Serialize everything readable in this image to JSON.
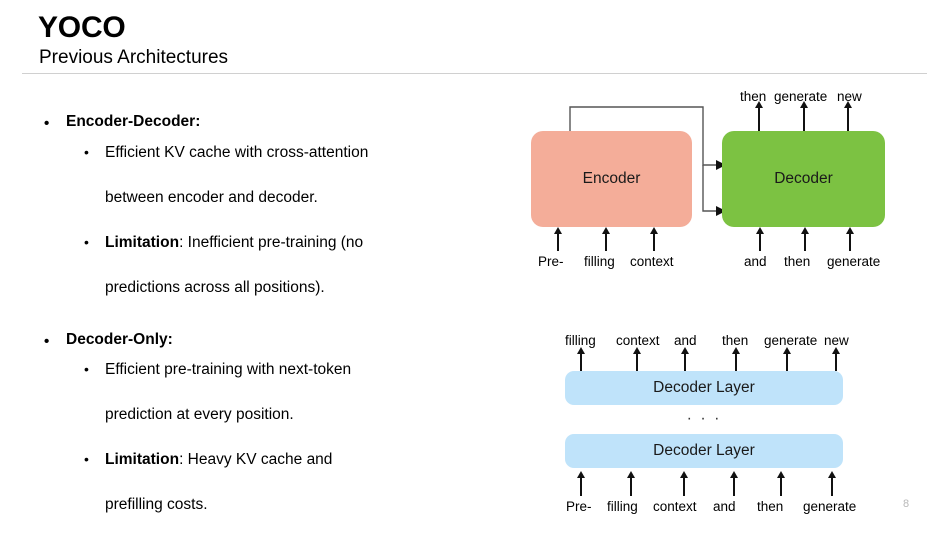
{
  "header": {
    "title": "YOCO",
    "subtitle": "Previous Architectures"
  },
  "page_number": "8",
  "content": {
    "sections": [
      {
        "heading": "Encoder-Decoder:",
        "points": [
          {
            "lead": "",
            "line1": "Efficient KV cache with cross-attention",
            "line2": "between encoder and decoder."
          },
          {
            "lead": "Limitation",
            "line1": ": Inefficient pre-training (no",
            "line2": "predictions across all positions)."
          }
        ]
      },
      {
        "heading": "Decoder-Only:",
        "points": [
          {
            "lead": "",
            "line1": "Efficient pre-training with next-token",
            "line2": "prediction at every position."
          },
          {
            "lead": "Limitation",
            "line1": ": Heavy KV cache and",
            "line2": "prefilling costs."
          }
        ]
      }
    ]
  },
  "diagrams": {
    "encoder_decoder": {
      "encoder_label": "Encoder",
      "decoder_label": "Decoder",
      "encoder_color": "#f4ad99",
      "decoder_color": "#7cc242",
      "encoder_inputs": [
        "Pre-",
        "filling",
        "context"
      ],
      "decoder_inputs": [
        "and",
        "then",
        "generate"
      ],
      "decoder_outputs": [
        "then",
        "generate",
        "new"
      ]
    },
    "decoder_only": {
      "layer_label_top": "Decoder Layer",
      "layer_label_bottom": "Decoder Layer",
      "layer_color": "#bfe3fa",
      "ellipsis": "· · ·",
      "outputs": [
        "filling",
        "context",
        "and",
        "then",
        "generate",
        "new"
      ],
      "inputs": [
        "Pre-",
        "filling",
        "context",
        "and",
        "then",
        "generate"
      ]
    }
  }
}
